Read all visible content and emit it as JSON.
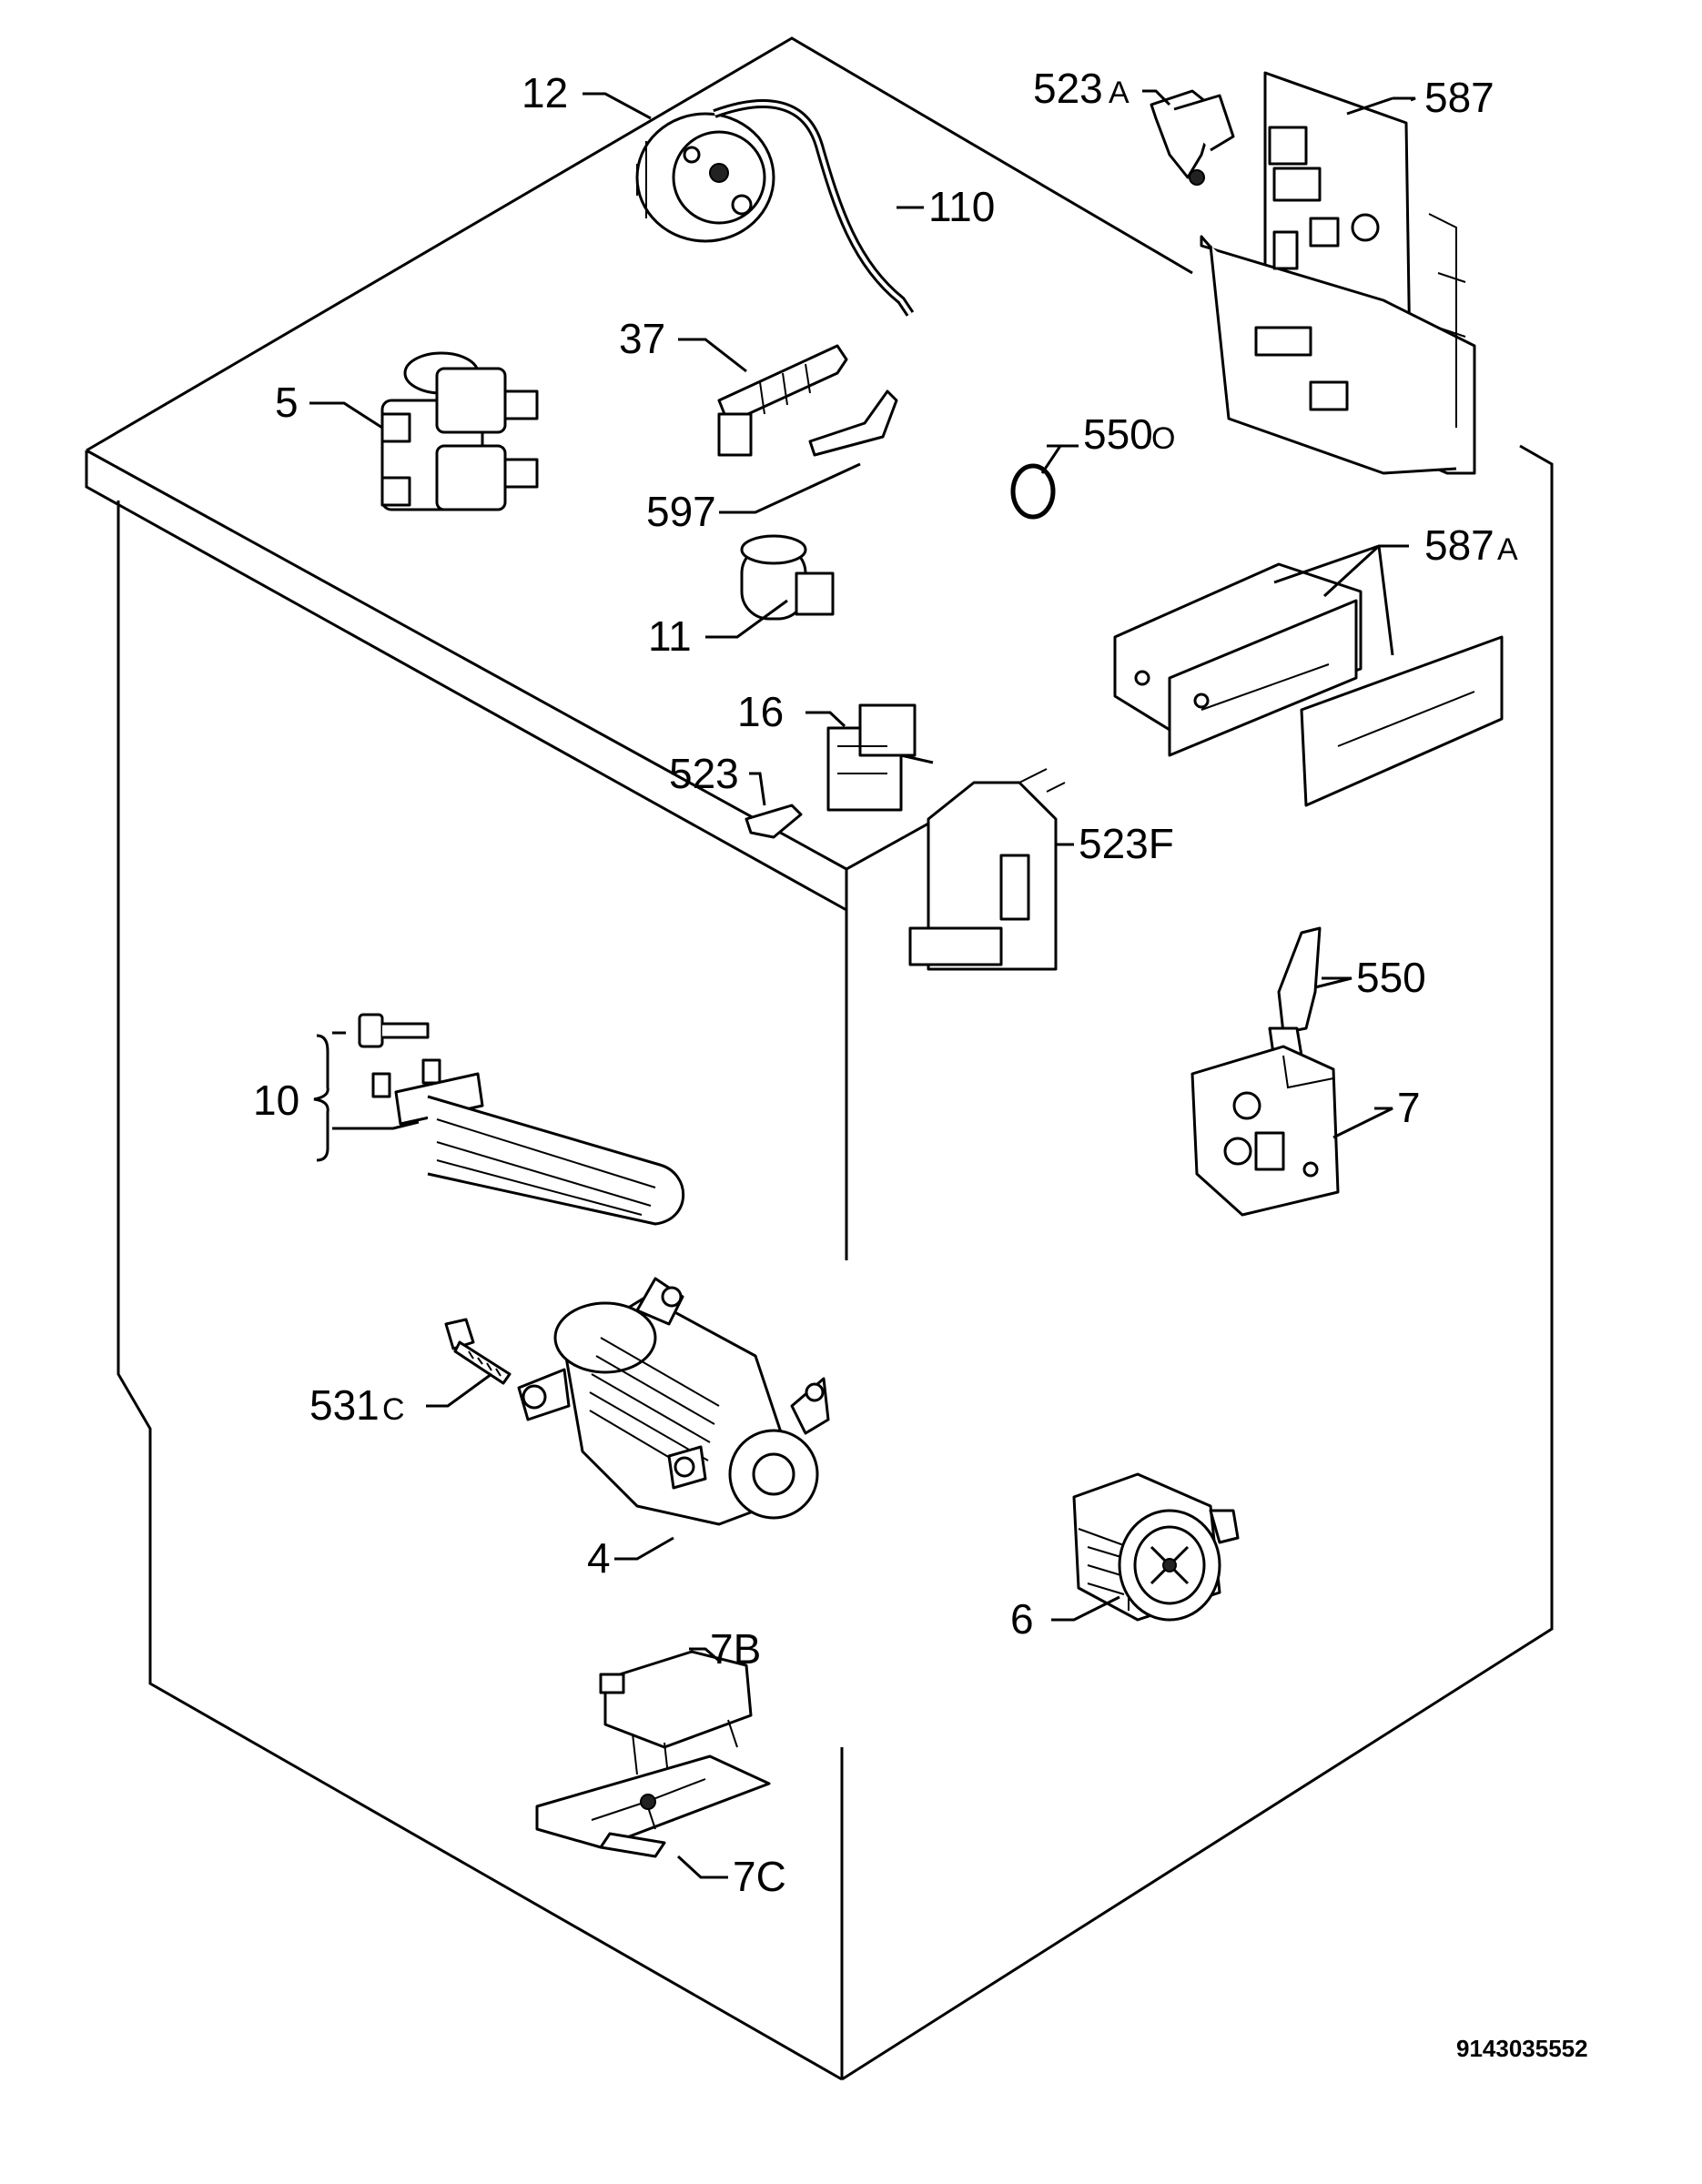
{
  "labels": {
    "l12": "12",
    "l110": "110",
    "l523a": "523",
    "l523a_suffix": "A",
    "l587": "587",
    "l37": "37",
    "l5": "5",
    "l550o": "550",
    "l550o_suffix": "O",
    "l597": "597",
    "l587a": "587",
    "l587a_suffix": "A",
    "l11": "11",
    "l16": "16",
    "l523": "523",
    "l523f": "523F",
    "l550": "550",
    "l10": "10",
    "l7": "7",
    "l531c": "531",
    "l531c_suffix": "C",
    "l4": "4",
    "l6": "6",
    "l7b": "7B",
    "l7c": "7C"
  },
  "reference_number": "9143035552"
}
